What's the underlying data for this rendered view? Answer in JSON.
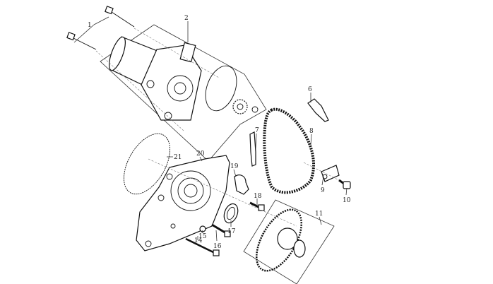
{
  "diagram": {
    "callouts": [
      "1",
      "2",
      "6",
      "7",
      "8",
      "9",
      "10",
      "11",
      "14",
      "15",
      "16",
      "17",
      "18",
      "19",
      "20",
      "21"
    ]
  }
}
